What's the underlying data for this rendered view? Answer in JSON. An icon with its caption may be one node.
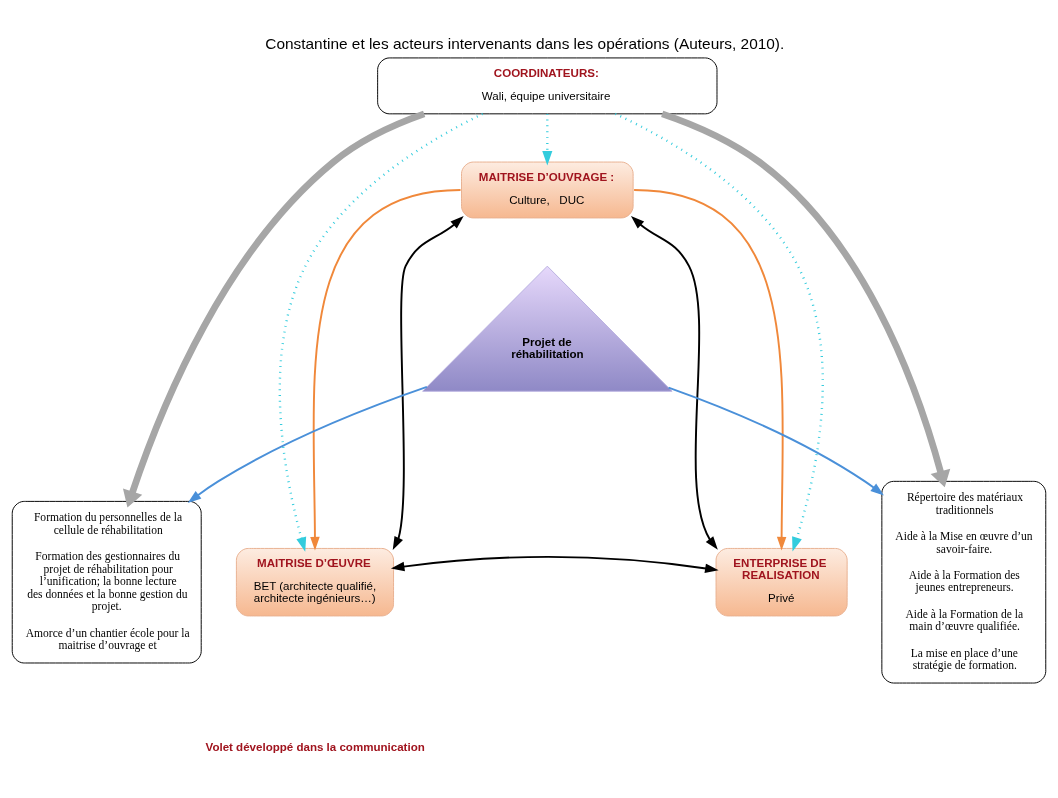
{
  "diagram": {
    "caption": "Constantine et les acteurs intervenants dans les opérations (Auteurs, 2010).",
    "nodes": [
      {
        "text": [
          "COORDINATEURS:",
          "Wali, équipe universitaire"
        ]
      },
      {
        "text": [
          "MAITRISE D’OUVRAGE :",
          "Culture,   DUC"
        ]
      },
      {
        "text": [
          "Formation du personnelles de la cellule de réhabilitation",
          "Formation des gestionnaires du projet de réhabilitation pour l’unification; la bonne lecture des données et la bonne gestion du projet.",
          "Amorce d’un chantier école pour la maitrise d’ouvrage et"
        ]
      },
      {
        "text": [
          "MAITRISE D’ŒUVRE",
          "BET (architecte qualifié, architecte ingénieurs…)"
        ]
      },
      {
        "text": [
          "Projet de réhabilitation"
        ]
      },
      {
        "text": [
          "ENTERPRISE DE REALISATION",
          "Privé"
        ]
      },
      {
        "text": [
          "Répertoire des matériaux traditionnels",
          "Aide à la Mise en œuvre d’un savoir-faire.",
          "Aide à la Formation des jeunes entrepreneurs.",
          "Aide à la Formation de la main d’œuvre qualifiée.",
          "La mise en place d’une stratégie de formation."
        ]
      }
    ],
    "edges": [
      {
        "from": 0,
        "to": 2,
        "arrow": "to",
        "style": "thick",
        "color": "#a6a6a6"
      },
      {
        "from": 0,
        "to": 6,
        "arrow": "to",
        "style": "thick",
        "color": "#a6a6a6"
      },
      {
        "from": 0,
        "to": 3,
        "arrow": "to",
        "style": "dashed",
        "color": "#33ccdd"
      },
      {
        "from": 0,
        "to": 1,
        "arrow": "to",
        "style": "dashed",
        "color": "#33ccdd"
      },
      {
        "from": 0,
        "to": 5,
        "arrow": "to",
        "style": "dashed",
        "color": "#33ccdd"
      },
      {
        "from": 1,
        "to": 3,
        "arrow": "to",
        "color": "#f0883a"
      },
      {
        "from": 1,
        "to": 5,
        "arrow": "to",
        "color": "#f0883a"
      },
      {
        "from": 1,
        "to": 3,
        "arrow": "both",
        "color": "#000000"
      },
      {
        "from": 1,
        "to": 5,
        "arrow": "both",
        "color": "#000000"
      },
      {
        "from": 3,
        "to": 5,
        "arrow": "both",
        "color": "#000000"
      },
      {
        "from": 4,
        "to": 2,
        "arrow": "to",
        "color": "#4a90d9"
      },
      {
        "from": 4,
        "to": 6,
        "arrow": "to",
        "color": "#4a90d9"
      }
    ],
    "labels": [
      "Volet développé dans la communication"
    ]
  }
}
